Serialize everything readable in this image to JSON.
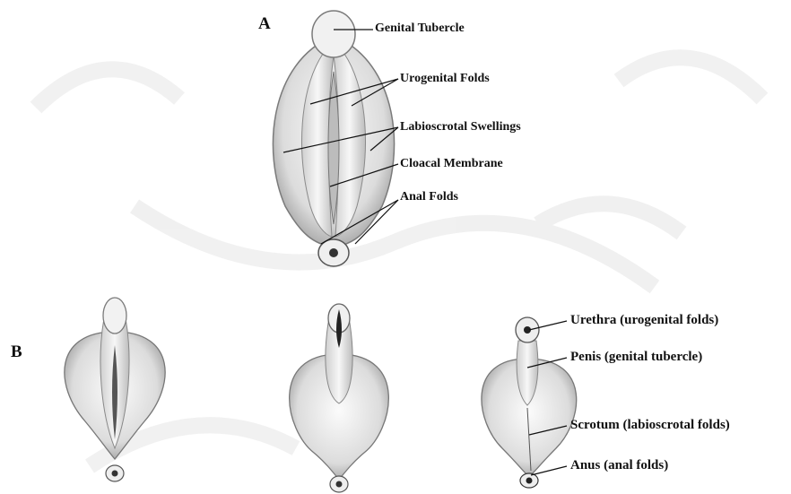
{
  "panels": {
    "a": {
      "letter": "A",
      "labels": {
        "genital_tubercle": "Genital Tubercle",
        "urogenital_folds": "Urogenital Folds",
        "labioscrotal_swellings": "Labioscrotal Swellings",
        "cloacal_membrane": "Cloacal Membrane",
        "anal_folds": "Anal Folds"
      }
    },
    "b": {
      "letter": "B",
      "labels": {
        "urethra": "Urethra (urogenital folds)",
        "penis": "Penis (genital tubercle)",
        "scrotum": "Scrotum (labioscrotal folds)",
        "anus": "Anus (anal folds)"
      }
    }
  },
  "colors": {
    "line": "#111111",
    "tissue_light": "#f4f4f4",
    "tissue_mid": "#d6d6d6",
    "tissue_dark": "#8a8a8a",
    "watermark": "#e3e3e3"
  }
}
